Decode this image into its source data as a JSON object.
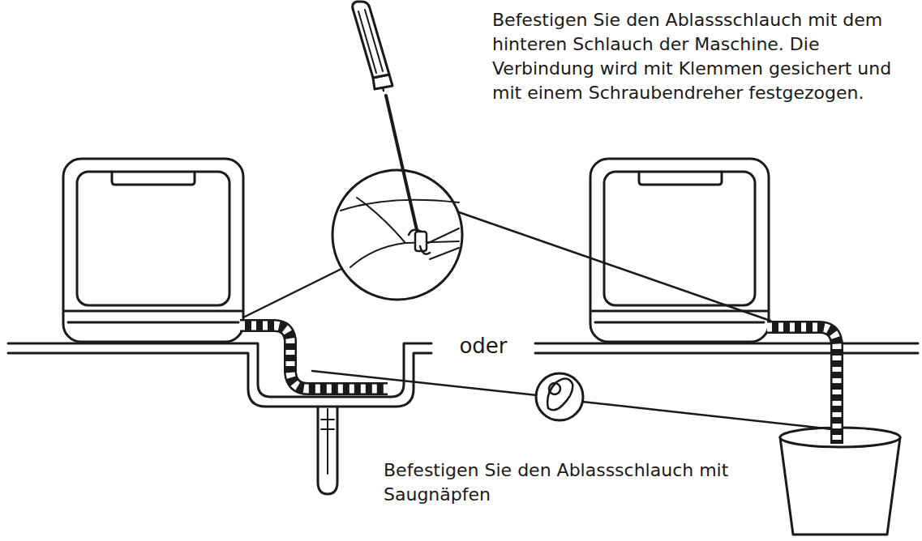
{
  "diagram": {
    "labels": [
      "Befestigen Sie den Ablassschlauch mit dem hinteren Schlauch der Maschine. Die Verbindung wird mit Klemmen gesichert und mit einem Schraubendreher festgezogen.",
      "oder",
      "Befestigen Sie den Ablassschlauch mit Saugnäpfen"
    ]
  }
}
